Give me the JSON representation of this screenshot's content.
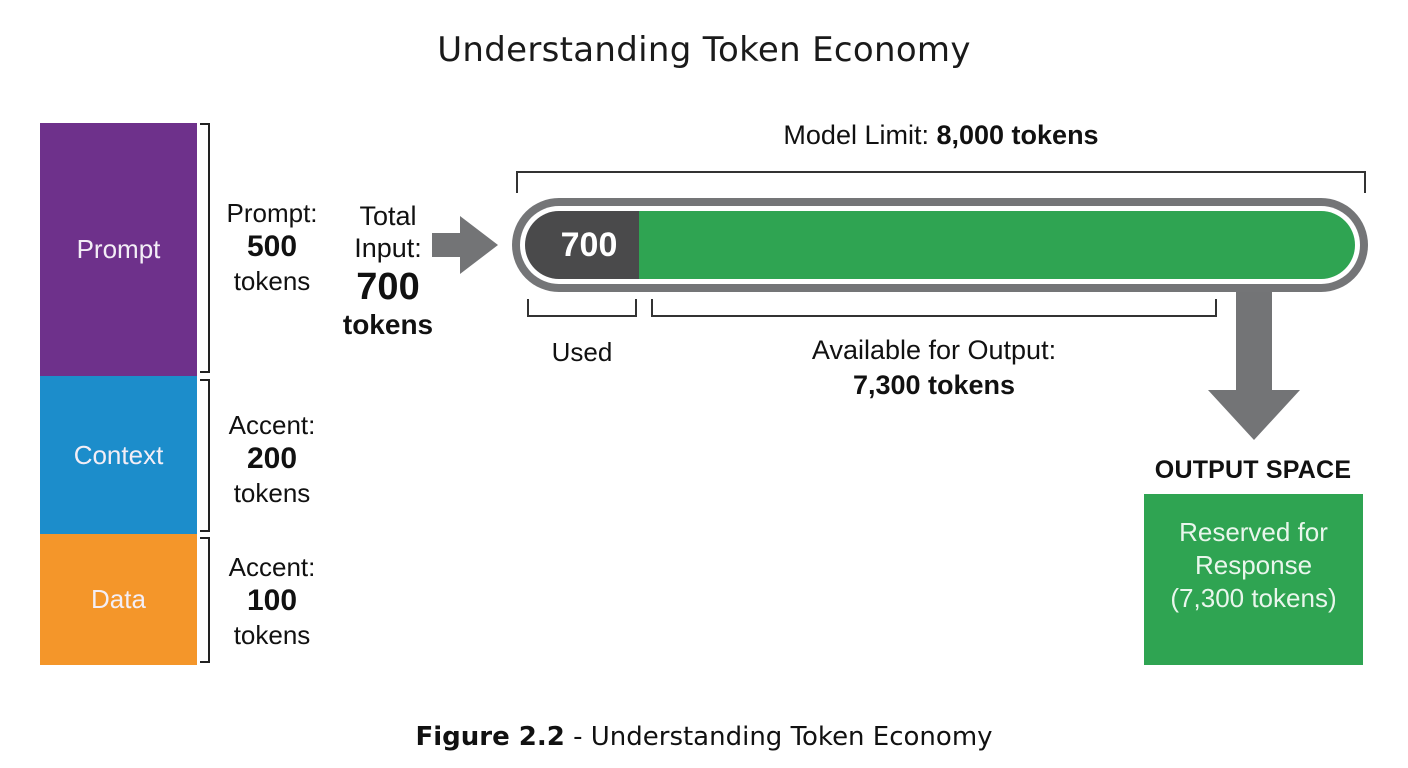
{
  "title": "Understanding Token Economy",
  "segments": [
    {
      "name": "Prompt",
      "label": "Prompt:",
      "tokens": "500",
      "unit": "tokens",
      "color": "#6e318b"
    },
    {
      "name": "Context",
      "label": "Accent:",
      "tokens": "200",
      "unit": "tokens",
      "color": "#1c8dcb"
    },
    {
      "name": "Data",
      "label": "Accent:",
      "tokens": "100",
      "unit": "tokens",
      "color": "#f4962a"
    }
  ],
  "total_input": {
    "line1": "Total",
    "line2": "Input:",
    "tokens": "700",
    "unit": "tokens"
  },
  "model_limit": {
    "label": "Model Limit:",
    "value": "8,000 tokens"
  },
  "bar": {
    "used_value": "700",
    "used_color": "#4a4a4b",
    "free_color": "#2fa452",
    "frame_color": "#747577"
  },
  "used_label": "Used",
  "available": {
    "label": "Available for Output:",
    "value": "7,300 tokens"
  },
  "output": {
    "title": "OUTPUT SPACE",
    "line1": "Reserved for",
    "line2": "Response",
    "line3": "(7,300 tokens)",
    "color": "#2fa452"
  },
  "caption": {
    "figure": "Figure 2.2",
    "text": " - Understanding Token Economy"
  },
  "chart_data": {
    "type": "bar",
    "title": "Understanding Token Economy",
    "categories": [
      "Prompt",
      "Context",
      "Data"
    ],
    "values": [
      500,
      200,
      100
    ],
    "total_input": 700,
    "model_limit": 8000,
    "used": 700,
    "available_for_output": 7300
  }
}
